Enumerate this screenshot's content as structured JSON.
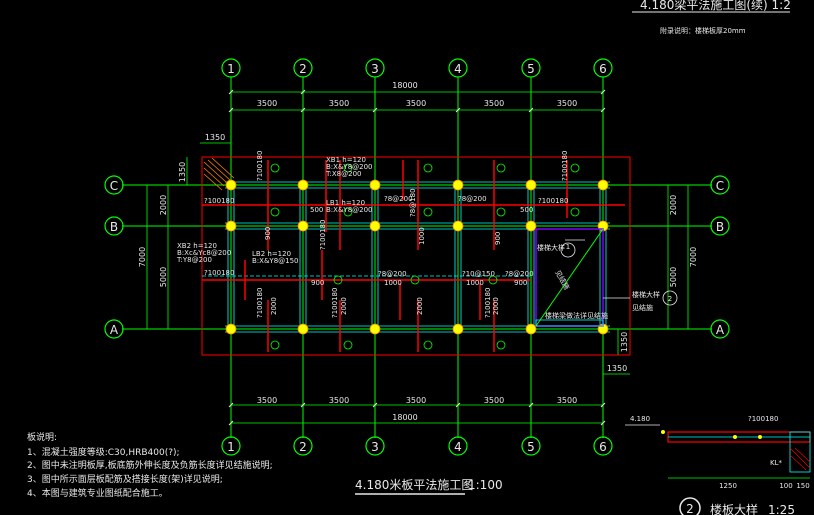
{
  "header": {
    "top_title": "4.180梁平法施工图(续)  1:2",
    "top_sub": "附录说明：楼梯板厚20mm"
  },
  "axes": {
    "cols": [
      "1",
      "2",
      "3",
      "4",
      "5",
      "6"
    ],
    "rows": [
      "C",
      "B",
      "A"
    ]
  },
  "dimensions": {
    "total_top": "18000",
    "spans_top": [
      "3500",
      "3500",
      "3500",
      "3500",
      "3500"
    ],
    "total_bottom": "18000",
    "spans_bottom": [
      "3500",
      "3500",
      "3500",
      "3500",
      "3500"
    ],
    "left_total": "7000",
    "left_cb": "2000",
    "left_ba": "5000",
    "right_total": "7000",
    "right_cb": "2000",
    "right_ba": "5000",
    "overhang_top": "1350",
    "overhang_side": "1350",
    "overhang_bottom": "1350",
    "overhang_bottom2": "1350"
  },
  "beam_labels": {
    "xb1": "XB1 h=120",
    "xb1_b": "B:X&Y8@200",
    "xb1_t": "T:X8@200",
    "lb1": "LB1 h=120",
    "lb1_b": "B:X&Y8@200",
    "xb2": "XB2 h=120",
    "xb2_b": "B:Xc&Yc8@200",
    "xb2_t": "T:Y8@200",
    "lb2": "LB2 h=120",
    "lb2_b": "B:X&Y8@150",
    "r1": "?100180",
    "r2": "?8@200",
    "r3": "?10@150",
    "r4": "?8@180",
    "n900": "900",
    "n1000": "1000",
    "n2000": "2000",
    "n500": "500"
  },
  "stair": {
    "label1": "楼梯大样",
    "label2": "见结施",
    "note1": "楼梯大样",
    "note2": "见结施",
    "note3": "楼梯梁做法详见结施",
    "circle1": "1",
    "circle2": "2"
  },
  "notes": {
    "heading": "板说明:",
    "items": [
      "1、混凝土强度等级:C30,HRB400(?);",
      "2、图中未注明板厚,板底筋外伸长度及负筋长度详见结施说明;",
      "3、图中所示面层板配筋及搭接长度(架)详见说明;",
      "4、本图与建筑专业图纸配合施工。"
    ]
  },
  "plan_title": "4.180米板平法施工图",
  "plan_scale": "1:100",
  "detail": {
    "elev": "4.180",
    "rebar": "?100180",
    "kl": "KL*",
    "dims": [
      "1250",
      "100",
      "150"
    ],
    "title": "楼板大样",
    "scale": "1:25",
    "num": "2"
  },
  "colors": {
    "grid": "#00ff00",
    "beam": "#00ffff",
    "rebar": "#ff0000",
    "column": "#ffff00",
    "outline": "#ff0000",
    "text": "#e8e8e8",
    "stair": "#8000ff"
  }
}
